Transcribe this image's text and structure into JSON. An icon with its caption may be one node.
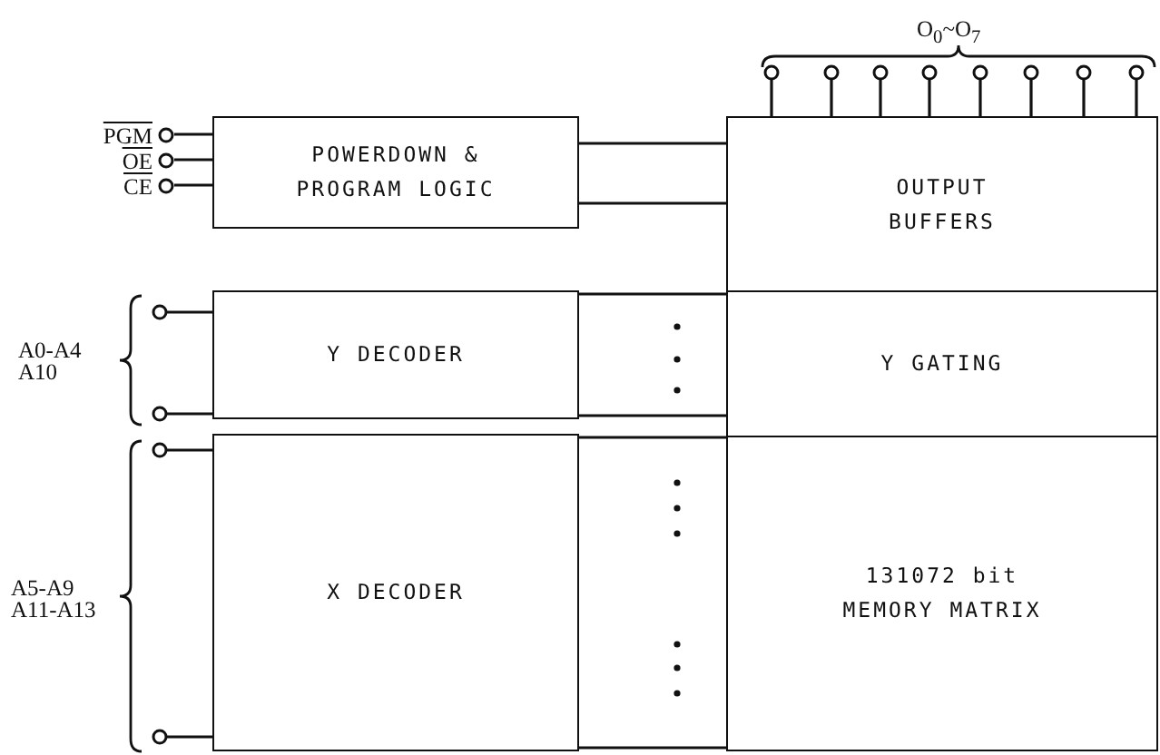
{
  "diagram": {
    "nodes": [
      {
        "text": [],
        "shape": "circle"
      },
      {
        "text": [],
        "shape": "circle"
      },
      {
        "text": [],
        "shape": "circle"
      },
      {
        "text": [],
        "shape": "circle"
      },
      {
        "text": [],
        "shape": "circle"
      },
      {
        "text": [],
        "shape": "circle"
      },
      {
        "text": [],
        "shape": "circle"
      },
      {
        "text": [],
        "shape": "circle"
      },
      {
        "text": [
          "PGM"
        ]
      },
      {
        "text": [
          "OE"
        ]
      },
      {
        "text": [
          "CE"
        ]
      },
      {
        "text": [
          "POWERDOWN & PROGRAM LOGIC"
        ]
      },
      {
        "text": [
          "OUTPUT BUFFERS"
        ]
      },
      {
        "text": [],
        "shape": "circle"
      },
      {
        "text": [],
        "shape": "circle"
      },
      {
        "text": [
          "Y DECODER"
        ]
      },
      {
        "text": [
          "Y GATING"
        ]
      },
      {
        "text": [],
        "shape": "circle"
      },
      {
        "text": [],
        "shape": "circle"
      },
      {
        "text": [
          "X DECODER"
        ]
      },
      {
        "text": [
          "131072 bit MEMORY MATRIX"
        ]
      }
    ],
    "edges": [
      {
        "from": 0,
        "to": 12,
        "arrow": "none"
      },
      {
        "from": 1,
        "to": 12,
        "arrow": "none"
      },
      {
        "from": 2,
        "to": 12,
        "arrow": "none"
      },
      {
        "from": 3,
        "to": 12,
        "arrow": "none"
      },
      {
        "from": 4,
        "to": 12,
        "arrow": "none"
      },
      {
        "from": 5,
        "to": 12,
        "arrow": "none"
      },
      {
        "from": 6,
        "to": 12,
        "arrow": "none"
      },
      {
        "from": 7,
        "to": 12,
        "arrow": "none"
      },
      {
        "from": 8,
        "to": 11,
        "arrow": "none"
      },
      {
        "from": 9,
        "to": 11,
        "arrow": "none"
      },
      {
        "from": 10,
        "to": 11,
        "arrow": "none"
      },
      {
        "from": 11,
        "to": 12,
        "arrow": "none"
      },
      {
        "from": 11,
        "to": 12,
        "arrow": "none"
      },
      {
        "from": 13,
        "to": 15,
        "arrow": "none"
      },
      {
        "from": 14,
        "to": 15,
        "arrow": "none"
      },
      {
        "from": 15,
        "to": 16,
        "arrow": "none"
      },
      {
        "from": 15,
        "to": 16,
        "arrow": "none"
      },
      {
        "from": 17,
        "to": 19,
        "arrow": "none"
      },
      {
        "from": 18,
        "to": 19,
        "arrow": "none"
      },
      {
        "from": 19,
        "to": 20,
        "arrow": "none"
      },
      {
        "from": 19,
        "to": 20,
        "arrow": "none"
      }
    ],
    "labels": [
      "O$_{0}$~O$_{7}$",
      "A0-A4 A10",
      "A5-A9 A11-A13"
    ]
  }
}
